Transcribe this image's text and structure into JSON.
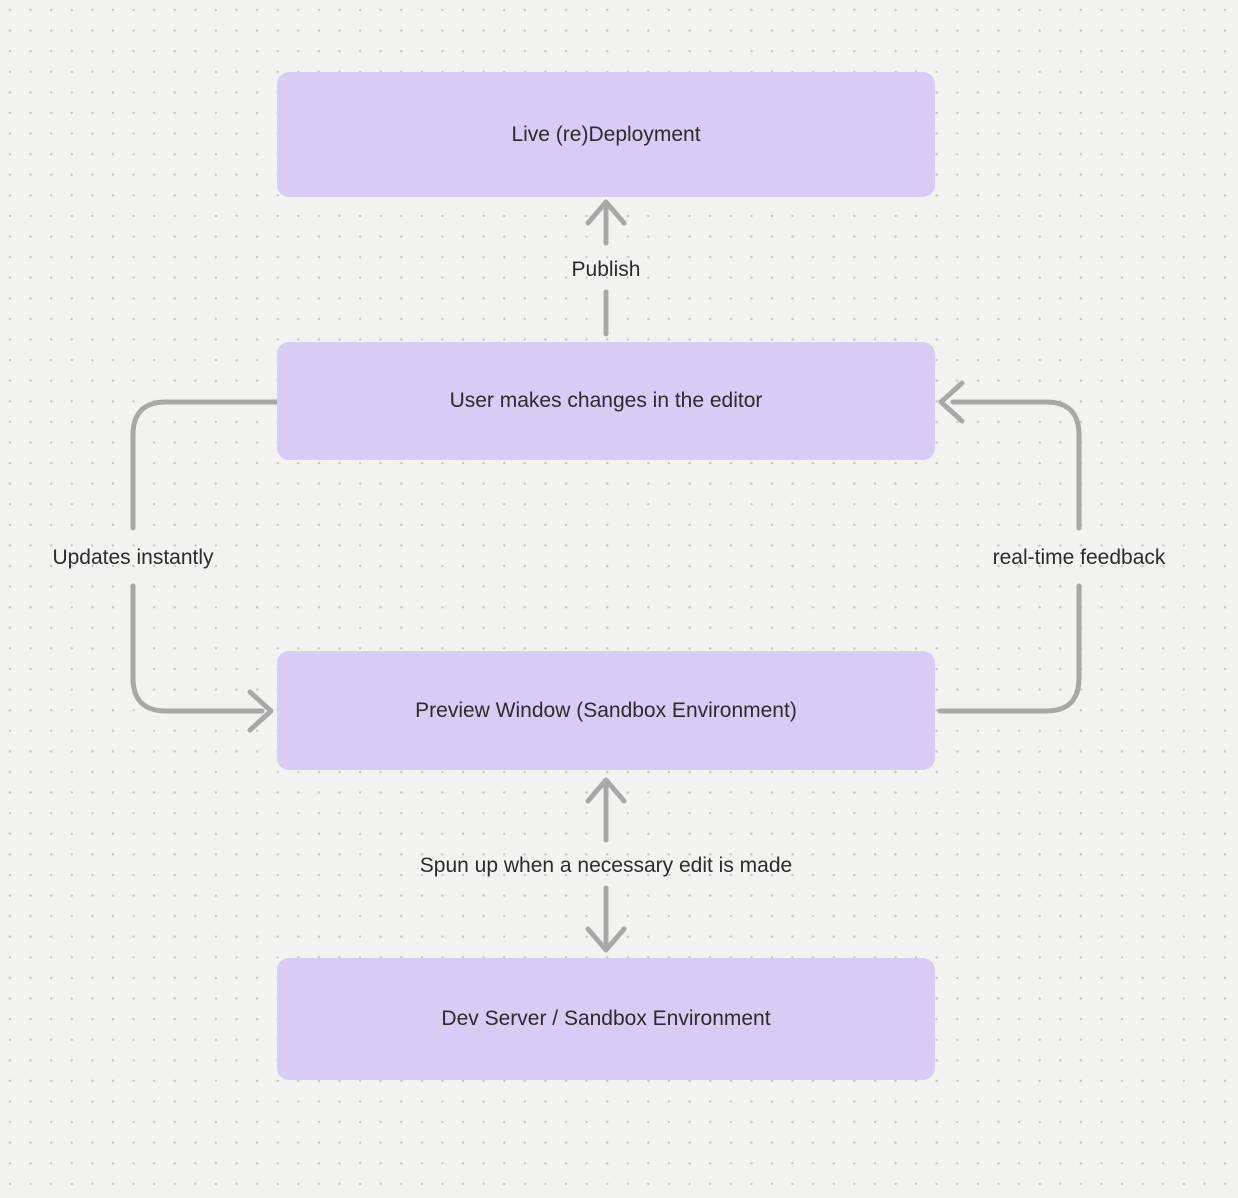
{
  "diagram": {
    "background_color": "#f2f2f1",
    "dot_color": "#c7c7c5",
    "node_fill_color": "#d7ccf4",
    "arrow_color": "#a8a8a8",
    "text_color": "#2b2b30",
    "nodes": [
      {
        "id": "live-redeployment",
        "label": "Live (re)Deployment"
      },
      {
        "id": "user-editor",
        "label": "User makes changes in the editor"
      },
      {
        "id": "preview-window",
        "label": "Preview Window (Sandbox Environment)"
      },
      {
        "id": "dev-server",
        "label": "Dev Server / Sandbox Environment"
      }
    ],
    "edges": [
      {
        "id": "publish",
        "label": "Publish",
        "from": "user-editor",
        "to": "live-redeployment",
        "direction": "up"
      },
      {
        "id": "updates-instantly",
        "label": "Updates instantly",
        "from": "user-editor",
        "to": "preview-window",
        "direction": "down-left-loop"
      },
      {
        "id": "real-time-feedback",
        "label": "real-time feedback",
        "from": "preview-window",
        "to": "user-editor",
        "direction": "up-right-loop"
      },
      {
        "id": "spun-up",
        "label": "Spun up when a necessary edit is made",
        "from": "preview-window",
        "to": "dev-server",
        "direction": "both"
      }
    ]
  }
}
